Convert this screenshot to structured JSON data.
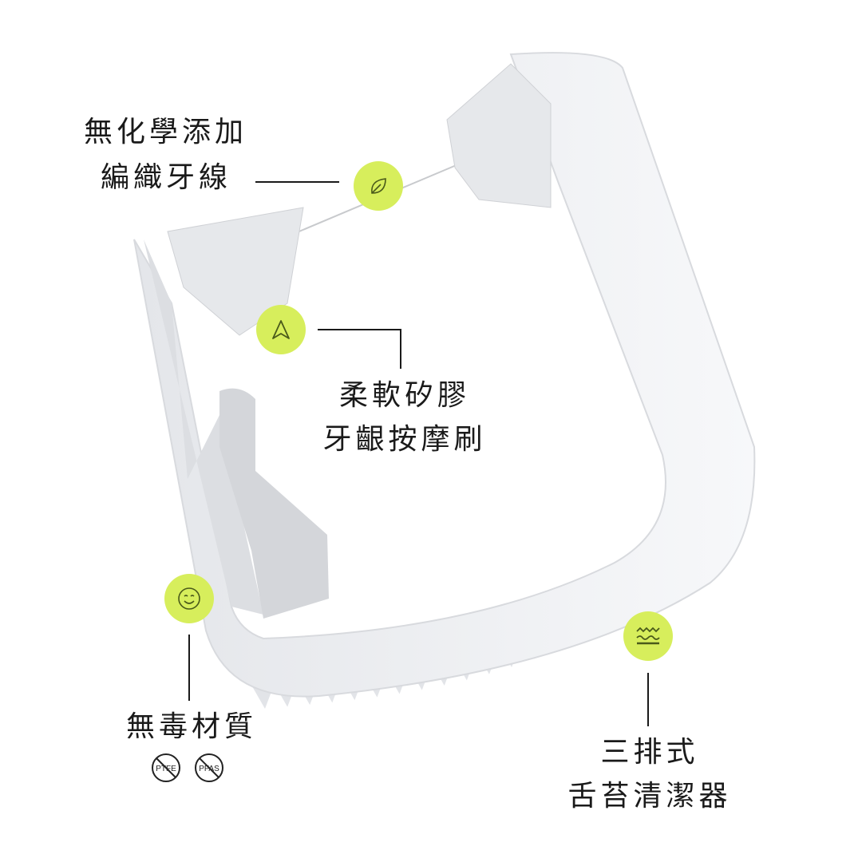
{
  "colors": {
    "accent": "#d7ee5c",
    "icon": "#4a5a1a",
    "text": "#1a1a1a"
  },
  "features": [
    {
      "icon": "leaf-icon",
      "lines": [
        "無化學添加",
        "編織牙線"
      ]
    },
    {
      "icon": "arrow-up-icon",
      "lines": [
        "柔軟矽膠",
        "牙齦按摩刷"
      ]
    },
    {
      "icon": "smiley-icon",
      "lines": [
        "無毒材質"
      ],
      "badges": [
        "PTFE",
        "PFAS"
      ]
    },
    {
      "icon": "waves-icon",
      "lines": [
        "三排式",
        "舌苔清潔器"
      ]
    }
  ]
}
